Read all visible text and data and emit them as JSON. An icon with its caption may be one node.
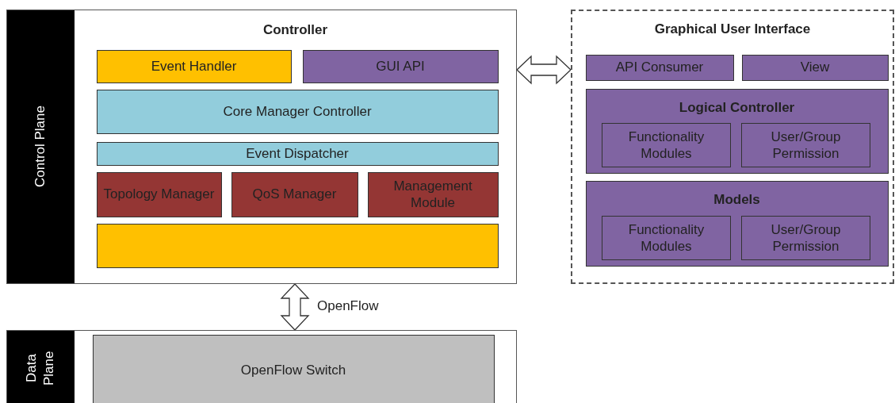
{
  "diagram": {
    "nodes": [
      {
        "text": [
          "Control Plane",
          "Controller"
        ]
      },
      {
        "text": [
          "Event Handler"
        ],
        "in": 0
      },
      {
        "text": [
          "GUI API"
        ],
        "in": 0
      },
      {
        "text": [
          "Core Manager Controller"
        ],
        "in": 0
      },
      {
        "text": [
          "Event Dispatcher"
        ],
        "in": 0
      },
      {
        "text": [
          "Topology Manager"
        ],
        "in": 0
      },
      {
        "text": [
          "QoS Manager"
        ],
        "in": 0
      },
      {
        "text": [
          "Management Module"
        ],
        "in": 0
      },
      {
        "text": [],
        "shape": "box",
        "in": 0
      },
      {
        "text": [
          "Graphical User Interface"
        ]
      },
      {
        "text": [
          "API Consumer"
        ],
        "in": 9
      },
      {
        "text": [
          "View"
        ],
        "in": 9
      },
      {
        "text": [
          "Logical Controller"
        ],
        "in": 9
      },
      {
        "text": [
          "Functionality Modules"
        ],
        "in": 12
      },
      {
        "text": [
          "User/Group Permission"
        ],
        "in": 12
      },
      {
        "text": [
          "Models"
        ],
        "in": 9
      },
      {
        "text": [
          "Functionality Modules"
        ],
        "in": 15
      },
      {
        "text": [
          "User/Group Permission"
        ],
        "in": 15
      },
      {
        "text": [
          "Data Plane"
        ]
      },
      {
        "text": [
          "OpenFlow Switch"
        ],
        "in": 18
      }
    ],
    "edges": [
      {
        "from": 0,
        "to": 9,
        "arrow": "both"
      },
      {
        "from": 0,
        "to": 18,
        "arrow": "both",
        "label": "OpenFlow"
      }
    ]
  }
}
